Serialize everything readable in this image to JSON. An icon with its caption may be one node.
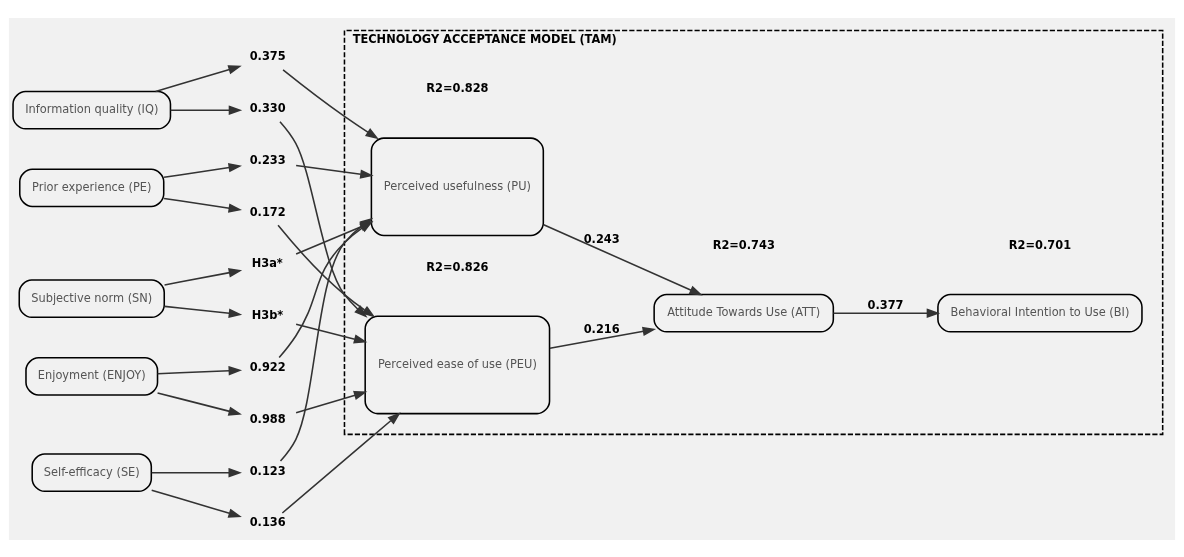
{
  "diagram": {
    "nodes": [
      {
        "text": [
          "TECHNOLOGY ACCEPTANCE MODEL (TAM)"
        ]
      },
      {
        "text": [
          "Information quality (IQ)"
        ]
      },
      {
        "text": [
          "Prior experience (PE)"
        ]
      },
      {
        "text": [
          "Subjective norm (SN)"
        ]
      },
      {
        "text": [
          "Enjoyment (ENJOY)"
        ]
      },
      {
        "text": [
          "Self-efficacy (SE)"
        ]
      },
      {
        "text": [
          "0.375"
        ]
      },
      {
        "text": [
          "0.330"
        ]
      },
      {
        "text": [
          "0.233"
        ]
      },
      {
        "text": [
          "0.172"
        ]
      },
      {
        "text": [
          "H3a*"
        ]
      },
      {
        "text": [
          "H3b*"
        ]
      },
      {
        "text": [
          "0.922"
        ]
      },
      {
        "text": [
          "0.988"
        ]
      },
      {
        "text": [
          "0.123"
        ]
      },
      {
        "text": [
          "0.136"
        ]
      },
      {
        "text": [
          "Perceived usefulness (PU)"
        ],
        "in": 0,
        "beside": [
          "R2=0.828"
        ]
      },
      {
        "text": [
          "Perceived ease of use (PEU)"
        ],
        "in": 0,
        "beside": [
          "R2=0.826"
        ]
      },
      {
        "text": [
          "Attitude Towards Use (ATT)"
        ],
        "in": 0,
        "beside": [
          "R2=0.743"
        ]
      },
      {
        "text": [
          "Behavioral Intention to Use (BI)"
        ],
        "in": 0,
        "beside": [
          "R2=0.701"
        ]
      }
    ],
    "edges": [
      {
        "from": 1,
        "to": 6,
        "arrow": "to"
      },
      {
        "from": 1,
        "to": 7,
        "arrow": "to"
      },
      {
        "from": 2,
        "to": 8,
        "arrow": "to"
      },
      {
        "from": 2,
        "to": 9,
        "arrow": "to"
      },
      {
        "from": 3,
        "to": 10,
        "arrow": "to"
      },
      {
        "from": 3,
        "to": 11,
        "arrow": "to"
      },
      {
        "from": 4,
        "to": 12,
        "arrow": "to"
      },
      {
        "from": 4,
        "to": 13,
        "arrow": "to"
      },
      {
        "from": 5,
        "to": 14,
        "arrow": "to"
      },
      {
        "from": 5,
        "to": 15,
        "arrow": "to"
      },
      {
        "from": 6,
        "to": 16,
        "arrow": "to"
      },
      {
        "from": 7,
        "to": 17,
        "arrow": "to"
      },
      {
        "from": 8,
        "to": 16,
        "arrow": "to"
      },
      {
        "from": 9,
        "to": 17,
        "arrow": "to"
      },
      {
        "from": 10,
        "to": 16,
        "arrow": "to"
      },
      {
        "from": 11,
        "to": 17,
        "arrow": "to"
      },
      {
        "from": 12,
        "to": 16,
        "arrow": "to"
      },
      {
        "from": 13,
        "to": 17,
        "arrow": "to"
      },
      {
        "from": 14,
        "to": 16,
        "arrow": "to"
      },
      {
        "from": 15,
        "to": 17,
        "arrow": "to"
      },
      {
        "from": 16,
        "to": 18,
        "label": "0.243",
        "arrow": "to"
      },
      {
        "from": 17,
        "to": 18,
        "label": "0.216",
        "arrow": "to"
      },
      {
        "from": 18,
        "to": 19,
        "label": "0.377",
        "arrow": "to"
      }
    ]
  }
}
